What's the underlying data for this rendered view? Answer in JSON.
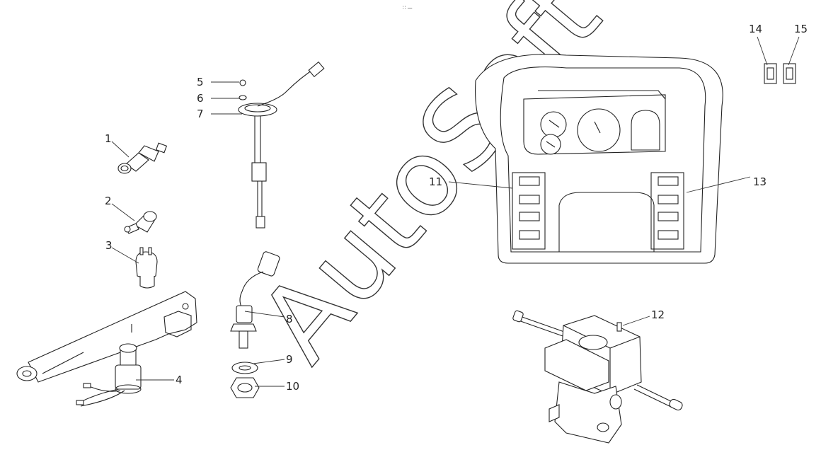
{
  "header_mark": "∷ —",
  "watermark": "AutoSoft",
  "callouts": {
    "c1": "1",
    "c2": "2",
    "c3": "3",
    "c4": "4",
    "c5": "5",
    "c6": "6",
    "c7": "7",
    "c8": "8",
    "c9": "9",
    "c10": "10",
    "c11": "11",
    "c12": "12",
    "c13": "13",
    "c14": "14",
    "c15": "15"
  }
}
